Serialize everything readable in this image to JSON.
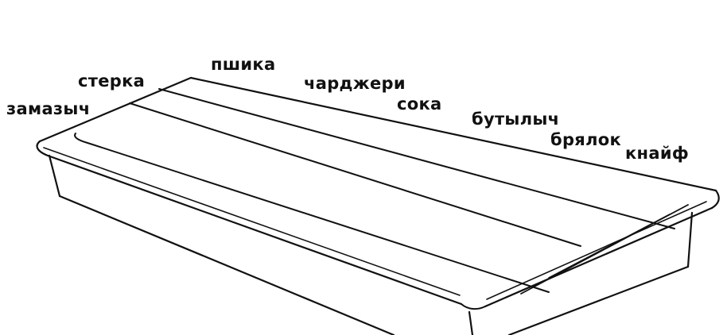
{
  "labels": {
    "zamazych": "замазыч",
    "sterka": "стерка",
    "pshika": "пшика",
    "chardzheri": "чарджери",
    "soka": "сока",
    "butylych": "бутылыч",
    "bryalok": "брялок",
    "knaif": "кнайф"
  },
  "colors": {
    "stroke": "#111111",
    "background": "#ffffff"
  }
}
